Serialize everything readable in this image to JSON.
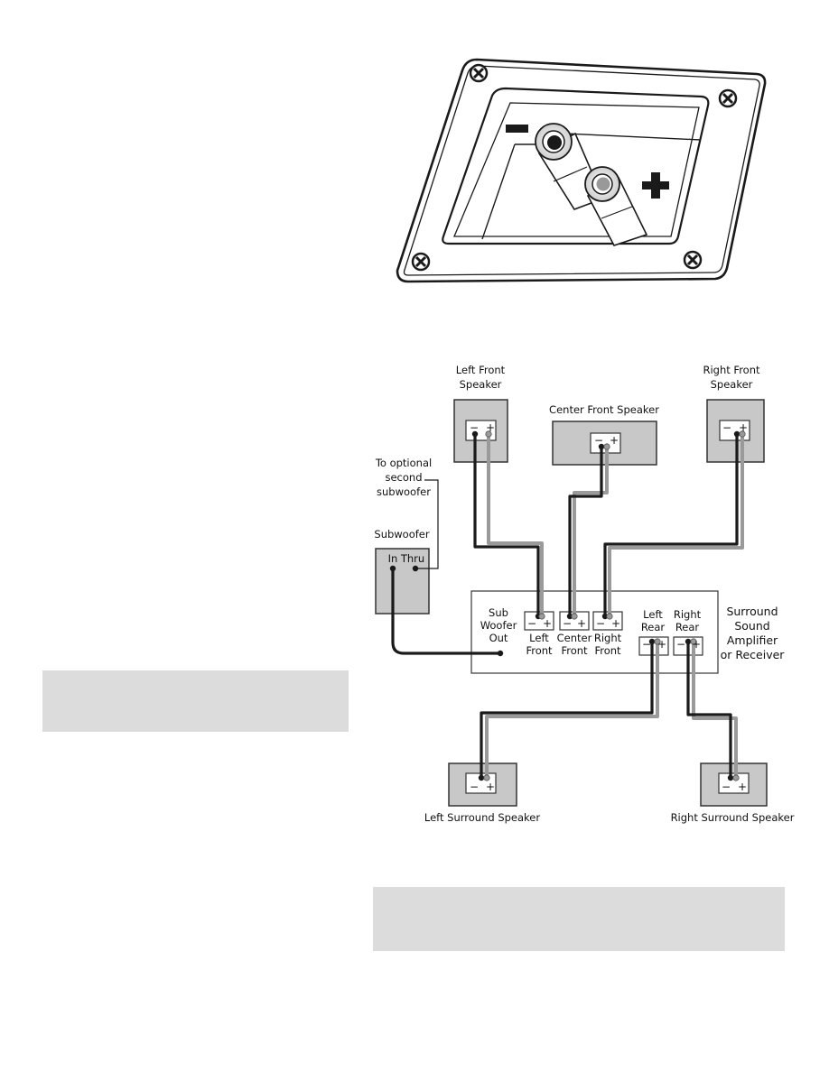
{
  "terminal_plate": {
    "minus_symbol": "−",
    "plus_symbol": "+"
  },
  "diagram": {
    "left_front_speaker": [
      "Left Front",
      "Speaker"
    ],
    "right_front_speaker": [
      "Right Front",
      "Speaker"
    ],
    "center_front_speaker": "Center Front Speaker",
    "optional_sub_note": [
      "To optional",
      "second",
      "subwoofer"
    ],
    "subwoofer": {
      "title": "Subwoofer",
      "in_label": "In",
      "thru_label": "Thru"
    },
    "amplifier": {
      "title": [
        "Surround",
        "Sound",
        "Amplifier",
        "or Receiver"
      ],
      "sub_out": [
        "Sub",
        "Woofer",
        "Out"
      ],
      "left_front": [
        "Left",
        "Front"
      ],
      "center_front": [
        "Center",
        "Front"
      ],
      "right_front": [
        "Right",
        "Front"
      ],
      "left_rear": [
        "Left",
        "Rear"
      ],
      "right_rear": [
        "Right",
        "Rear"
      ]
    },
    "left_surround_speaker": "Left Surround Speaker",
    "right_surround_speaker": "Right Surround Speaker",
    "terminal_minus": "−",
    "terminal_plus": "+"
  },
  "colors": {
    "speaker_fill": "#c8c8c8",
    "note_box": "#dcdcdc",
    "black_wire": "#1a1a1a",
    "gray_wire": "#9a9a9a"
  }
}
